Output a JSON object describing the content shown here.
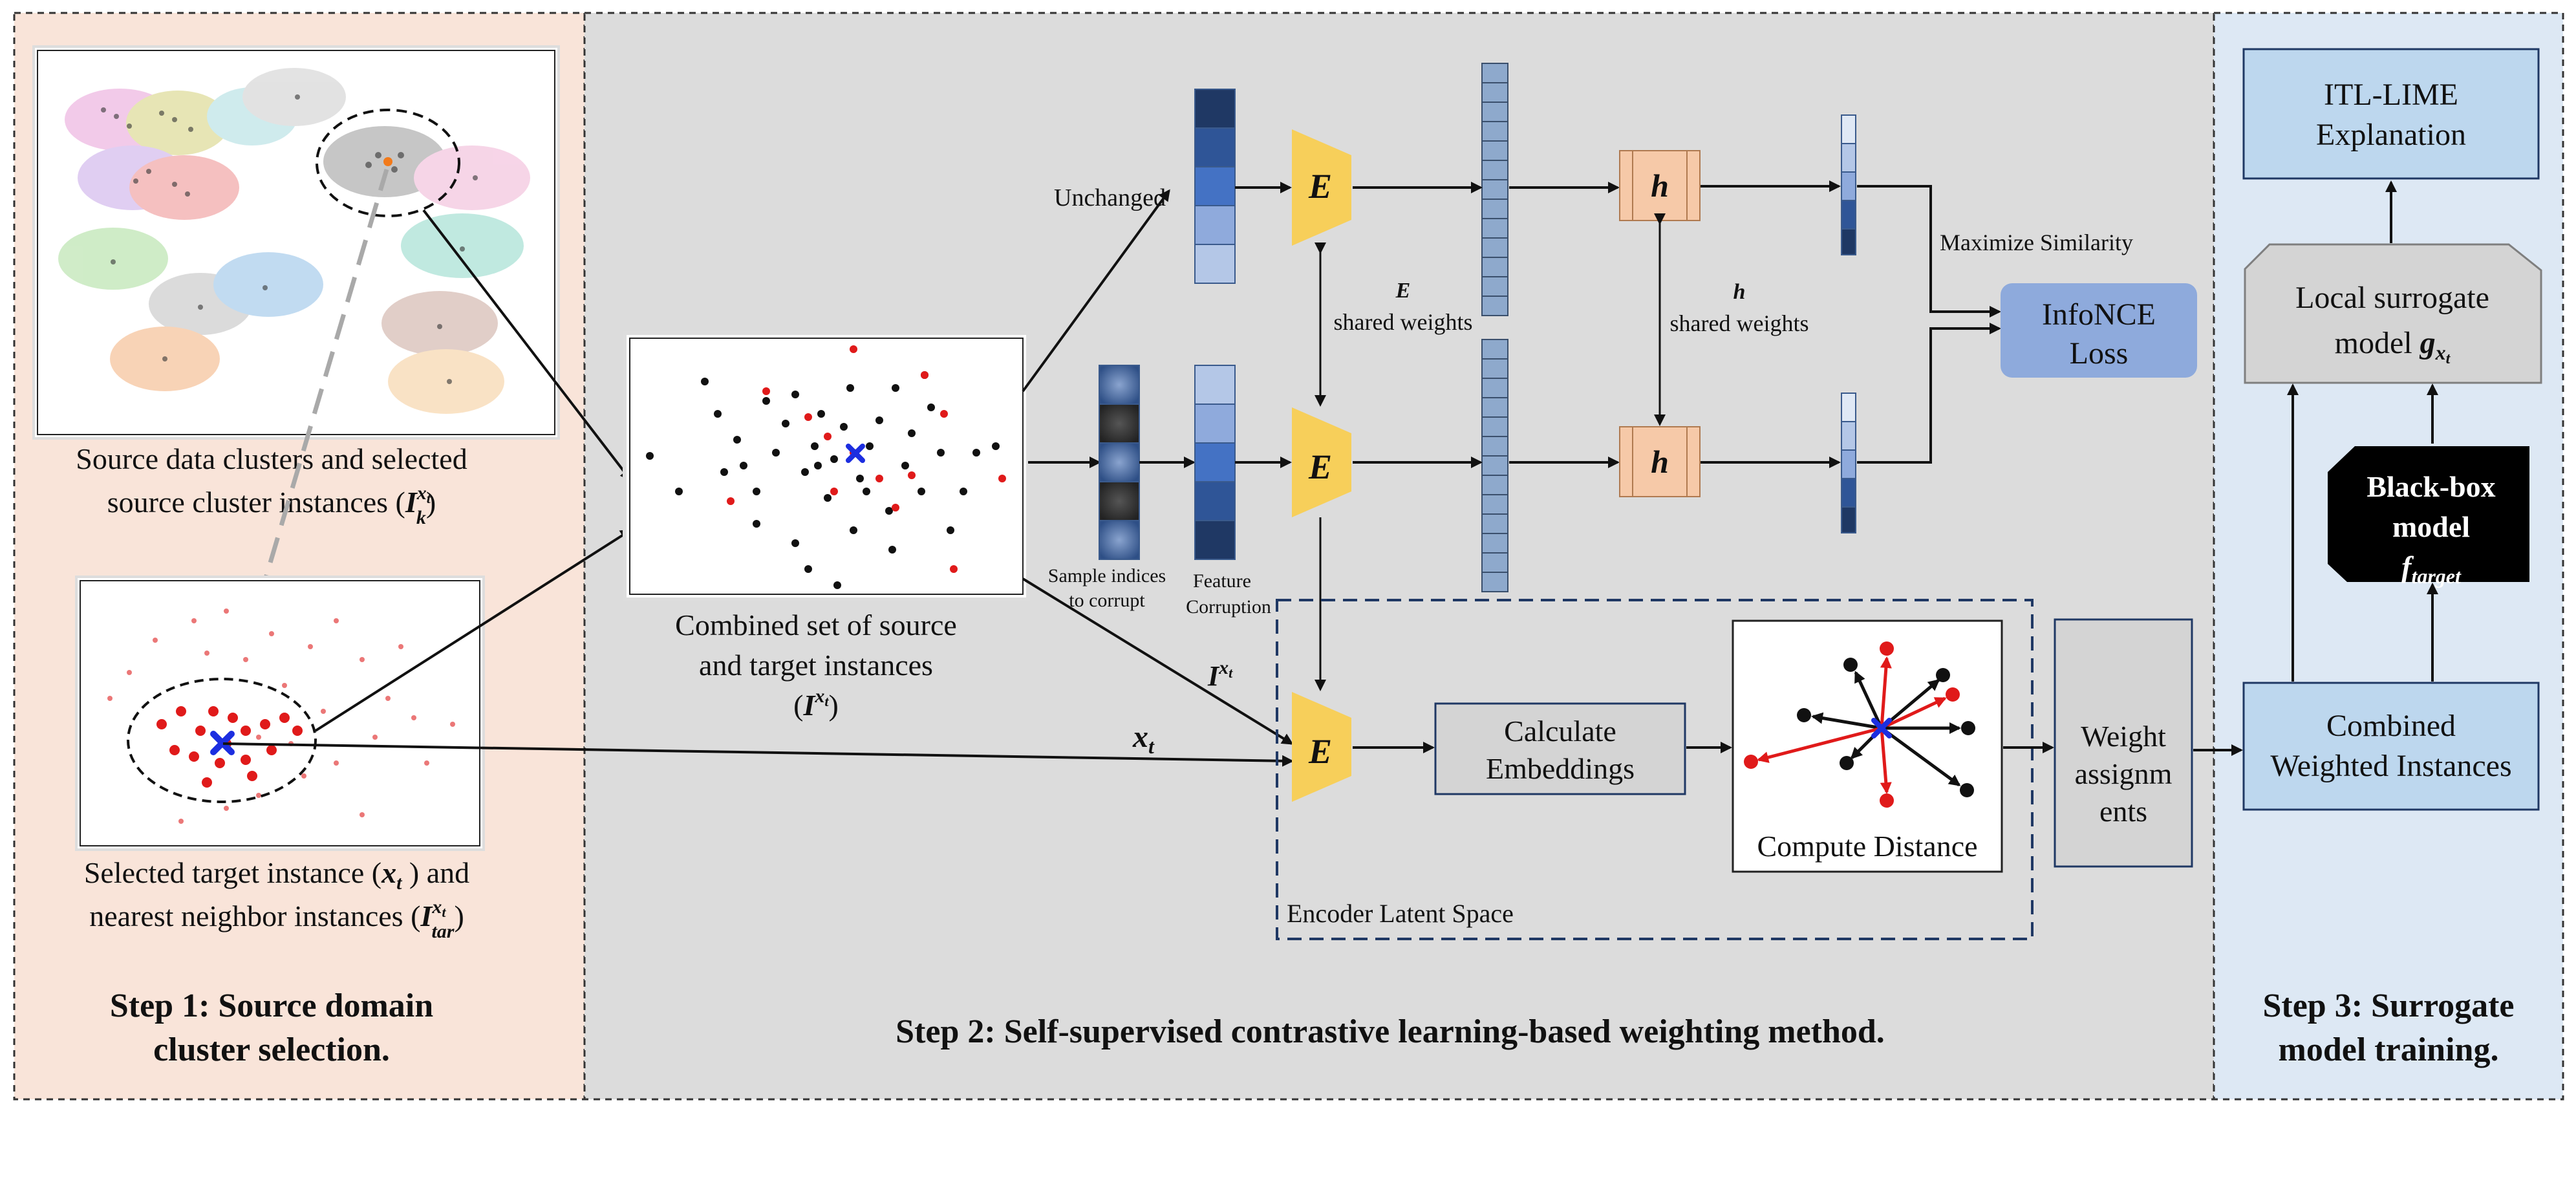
{
  "step1": {
    "title_line1": "Step 1: Source domain",
    "title_line2": "cluster selection.",
    "source_caption_line1": "Source data clusters and selected",
    "source_caption_line2": "source cluster instances (",
    "source_caption_math": "I",
    "source_caption_sup": "x",
    "source_caption_supsub": "t",
    "source_caption_sub": "k",
    "source_caption_end": ")",
    "target_caption_line1a": "Selected target instance (",
    "target_caption_line1_math": "x",
    "target_caption_line1_sub": "t",
    "target_caption_line1b": " ) and",
    "target_caption_line2a": "nearest neighbor instances (",
    "target_caption_line2_math": "I",
    "target_caption_line2_sup": "x",
    "target_caption_line2_supsub": "t",
    "target_caption_line2_sub": "tar",
    "target_caption_line2_end": ")"
  },
  "step2": {
    "title": "Step 2: Self-supervised contrastive learning-based weighting method.",
    "combined_caption_line1": "Combined set of source",
    "combined_caption_line2": "and target instances",
    "combined_caption_math": "I",
    "combined_caption_sup": "x",
    "combined_caption_supsub": "t",
    "unchanged_label": "Unchanged",
    "sample_indices_line1": "Sample indices",
    "sample_indices_line2": "to corrupt",
    "feature_corruption_line1": "Feature",
    "feature_corruption_line2": "Corruption",
    "encoder_symbol": "E",
    "projector_symbol": "h",
    "e_shared_line1": "E",
    "e_shared_line2": "shared weights",
    "h_shared_line1": "h",
    "h_shared_line2": "shared weights",
    "maximize_similarity": "Maximize Similarity",
    "infonce_line1": "InfoNCE",
    "infonce_line2": "Loss",
    "ixt_label_math": "I",
    "ixt_label_sup": "x",
    "ixt_label_supsub": "t",
    "xt_label_math": "x",
    "xt_label_sub": "t",
    "calc_emb_line1": "Calculate",
    "calc_emb_line2": "Embeddings",
    "compute_distance": "Compute Distance",
    "encoder_latent_space": "Encoder Latent Space",
    "weight_line1": "Weight",
    "weight_line2": "assignm",
    "weight_line3": "ents"
  },
  "step3": {
    "title_line1": "Step 3: Surrogate",
    "title_line2": "model training.",
    "itl_line1": "ITL-LIME",
    "itl_line2": "Explanation",
    "local_line1": "Local surrogate",
    "local_line2": "model ",
    "local_math": "g",
    "local_sub": "x",
    "local_subsub": "t",
    "blackbox_line1": "Black-box",
    "blackbox_line2": "model",
    "blackbox_math": "f",
    "blackbox_sub": "target",
    "combined_line1": "Combined",
    "combined_line2": "Weighted Instances"
  },
  "colors": {
    "step1_bg": "#f9e4d9",
    "step2_bg": "#dcdcdc",
    "step3_bg": "#dde8f4",
    "encoder": "#f7cf5a",
    "projector": "#f6c9a8",
    "infonce": "#8eaadc",
    "step3_box": "#bdd7ee",
    "target_red": "#e01a1a",
    "target_blue_cross": "#1c2ee0"
  }
}
